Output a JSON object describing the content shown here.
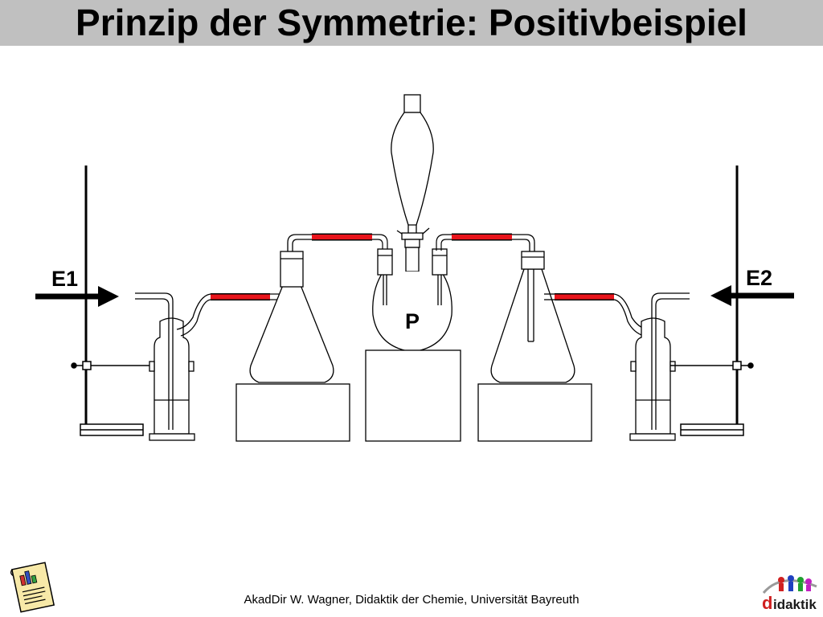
{
  "slide": {
    "title": "Prinzip der Symmetrie: Positivbeispiel",
    "footer": "AkadDir W. Wagner, Didaktik der Chemie, Universität Bayreuth"
  },
  "diagram": {
    "label_left": "E1",
    "label_right": "E2",
    "label_center": "P",
    "tube_color": "#e8141b",
    "line_color": "#000000"
  },
  "logo": {
    "text": "didaktik",
    "first_letter": "d",
    "rest": "idaktik"
  },
  "icons": {
    "document": "report-document-icon",
    "logo": "didaktik-logo-icon"
  }
}
